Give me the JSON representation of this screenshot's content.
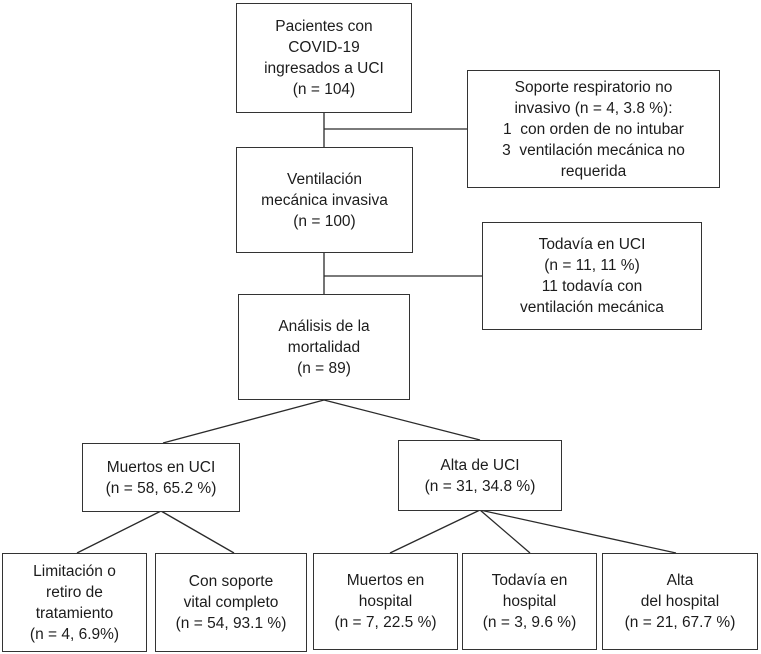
{
  "figure": {
    "kind": "patient-flow-diagram",
    "language": "es"
  },
  "colors": {
    "background": "#ffffff",
    "box_border": "#333333",
    "text": "#1c1c1c",
    "connector": "#2a2a2a"
  },
  "nodes": {
    "pacientes": {
      "label": "Pacientes con\nCOVID-19\ningresados a UCI\n(n = 104)",
      "n": 104
    },
    "soporte_respiratorio": {
      "label": "Soporte respiratorio no\ninvasivo (n = 4, 3.8 %):\n1  con orden de no intubar\n3  ventilación mecánica no\nrequerida",
      "n": 4,
      "percent": 3.8
    },
    "ventilacion": {
      "label": "Ventilación\nmecánica invasiva\n(n = 100)",
      "n": 100
    },
    "todavia_uci": {
      "label": "Todavía en UCI\n(n = 11, 11 %)\n11 todavía con\nventilación mecánica",
      "n": 11,
      "percent": 11
    },
    "analisis": {
      "label": "Análisis de la\nmortalidad\n(n = 89)",
      "n": 89
    },
    "muertos_uci": {
      "label": "Muertos en UCI\n(n = 58, 65.2 %)",
      "n": 58,
      "percent": 65.2
    },
    "alta_uci": {
      "label": "Alta de UCI\n(n = 31, 34.8 %)",
      "n": 31,
      "percent": 34.8
    },
    "limitacion": {
      "label": "Limitación o\nretiro de\ntratamiento\n(n = 4, 6.9%)",
      "n": 4,
      "percent": 6.9
    },
    "soporte_vital": {
      "label": "Con soporte\nvital completo\n(n = 54, 93.1 %)",
      "n": 54,
      "percent": 93.1
    },
    "muertos_hospital": {
      "label": "Muertos en\nhospital\n(n = 7, 22.5 %)",
      "n": 7,
      "percent": 22.5
    },
    "todavia_hospital": {
      "label": "Todavía en\nhospital\n(n = 3, 9.6 %)",
      "n": 3,
      "percent": 9.6
    },
    "alta_hospital": {
      "label": "Alta\ndel hospital\n(n = 21, 67.7 %)",
      "n": 21,
      "percent": 67.7
    }
  },
  "edges": [
    {
      "from": "pacientes",
      "to": "ventilacion"
    },
    {
      "from": "pacientes",
      "to": "soporte_respiratorio",
      "type": "side-branch"
    },
    {
      "from": "ventilacion",
      "to": "analisis"
    },
    {
      "from": "ventilacion",
      "to": "todavia_uci",
      "type": "side-branch"
    },
    {
      "from": "analisis",
      "to": "muertos_uci"
    },
    {
      "from": "analisis",
      "to": "alta_uci"
    },
    {
      "from": "muertos_uci",
      "to": "limitacion"
    },
    {
      "from": "muertos_uci",
      "to": "soporte_vital"
    },
    {
      "from": "alta_uci",
      "to": "muertos_hospital"
    },
    {
      "from": "alta_uci",
      "to": "todavia_hospital"
    },
    {
      "from": "alta_uci",
      "to": "alta_hospital"
    }
  ]
}
